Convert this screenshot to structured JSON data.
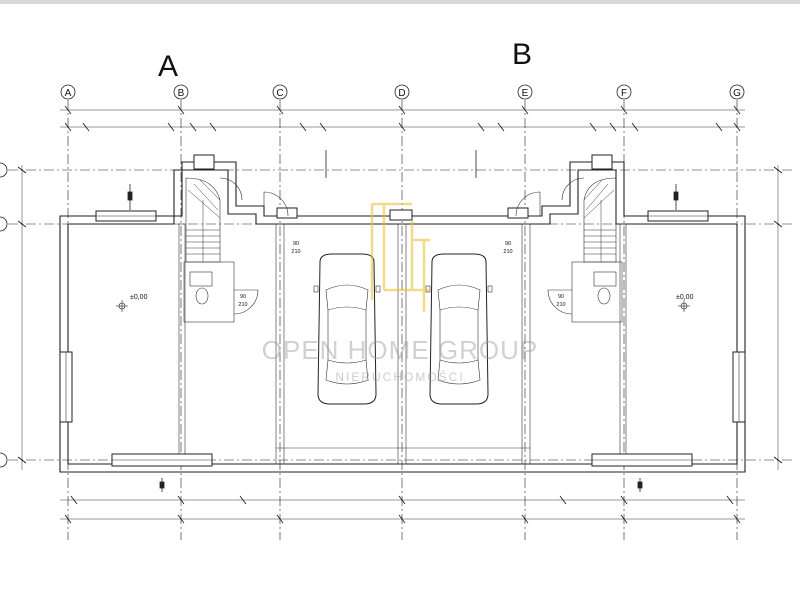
{
  "units": {
    "a": "A",
    "b": "B"
  },
  "axes": [
    "A",
    "B",
    "C",
    "D",
    "E",
    "F",
    "G"
  ],
  "level": "±0,00",
  "doors": {
    "garage_left": {
      "width": "90",
      "height": "210"
    },
    "garage_right": {
      "width": "90",
      "height": "210"
    },
    "wc_left": {
      "width": "90",
      "height": "210"
    },
    "wc_right": {
      "width": "90",
      "height": "210"
    }
  },
  "watermark": {
    "line1": "OPEN HOME GROUP",
    "line2": "NIERUCHOMOŚCI"
  },
  "colors": {
    "lines": "#222222",
    "watermark": "#9a9a9a",
    "logo": "#e6c33a"
  }
}
